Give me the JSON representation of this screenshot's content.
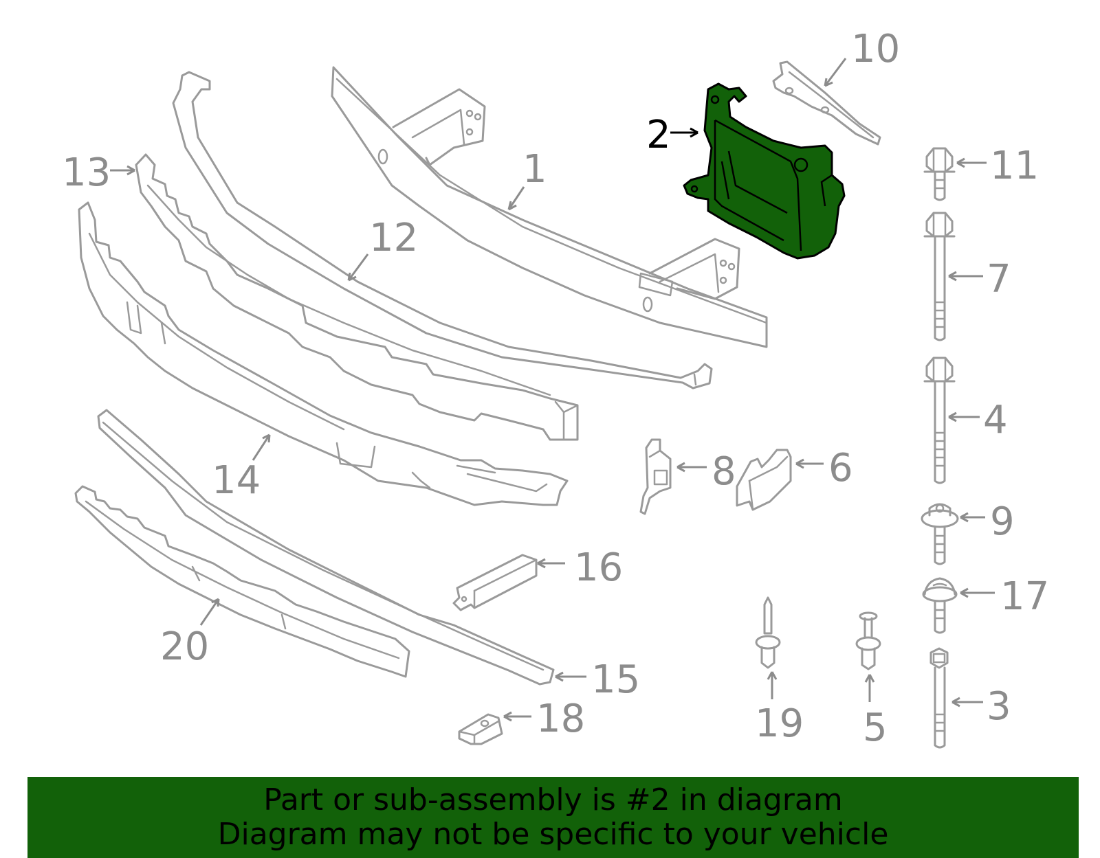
{
  "callouts": [
    {
      "id": "1",
      "label": "1"
    },
    {
      "id": "2",
      "label": "2"
    },
    {
      "id": "3",
      "label": "3"
    },
    {
      "id": "4",
      "label": "4"
    },
    {
      "id": "5",
      "label": "5"
    },
    {
      "id": "6",
      "label": "6"
    },
    {
      "id": "7",
      "label": "7"
    },
    {
      "id": "8",
      "label": "8"
    },
    {
      "id": "9",
      "label": "9"
    },
    {
      "id": "10",
      "label": "10"
    },
    {
      "id": "11",
      "label": "11"
    },
    {
      "id": "12",
      "label": "12"
    },
    {
      "id": "13",
      "label": "13"
    },
    {
      "id": "14",
      "label": "14"
    },
    {
      "id": "15",
      "label": "15"
    },
    {
      "id": "16",
      "label": "16"
    },
    {
      "id": "17",
      "label": "17"
    },
    {
      "id": "18",
      "label": "18"
    },
    {
      "id": "19",
      "label": "19"
    },
    {
      "id": "20",
      "label": "20"
    }
  ],
  "highlighted_part": "2",
  "colors": {
    "highlight_fill": "#126109",
    "part_stroke": "#9a9a9a",
    "banner_background": "#126109"
  },
  "banner": {
    "line1": "Part or sub-assembly is #2 in diagram",
    "line2": "Diagram may not be specific to your vehicle"
  }
}
